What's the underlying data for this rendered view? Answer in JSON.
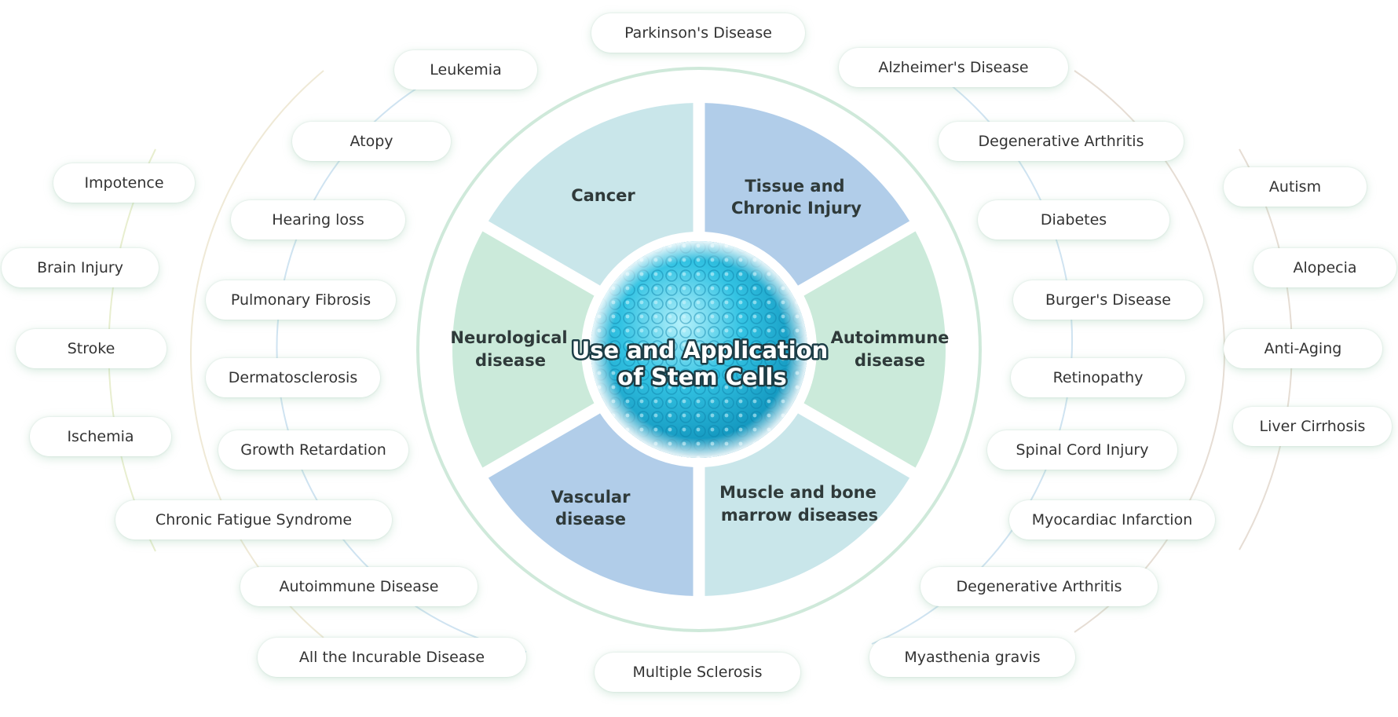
{
  "center": {
    "title_line1": "Use and Application",
    "title_line2": "of Stem Cells"
  },
  "segments": {
    "cancer": {
      "lines": [
        "Cancer"
      ],
      "color": "#c9e6ea"
    },
    "tissue": {
      "lines": [
        "Tissue and",
        "Chronic Injury"
      ],
      "color": "#b1cde9"
    },
    "autoimmune": {
      "lines": [
        "Autoimmune",
        "disease"
      ],
      "color": "#cbeada"
    },
    "muscle": {
      "lines": [
        "Muscle and bone",
        "marrow diseases"
      ],
      "color": "#c9e6ea"
    },
    "vascular": {
      "lines": [
        "Vascular",
        "disease"
      ],
      "color": "#b1cde9"
    },
    "neuro": {
      "lines": [
        "Neurological",
        "disease"
      ],
      "color": "#cbeada"
    }
  },
  "colors": {
    "outer_ring": "#cfe9da",
    "cell_core": "#1fb3d6",
    "cell_highlight": "#9ee9f7",
    "arc_green": "#d3ebdc",
    "arc_blue": "#cfe3f1",
    "arc_beige": "#efe9d6",
    "arc_taupe": "#e6ddd4"
  },
  "diseases": {
    "parkinsons": "Parkinson's Disease",
    "leukemia": "Leukemia",
    "alzheimers": "Alzheimer's Disease",
    "atopy": "Atopy",
    "degenerative_arthritis_1": "Degenerative Arthritis",
    "impotence": "Impotence",
    "hearing_loss": "Hearing loss",
    "diabetes": "Diabetes",
    "autism": "Autism",
    "brain_injury": "Brain Injury",
    "pulmonary_fibrosis": "Pulmonary Fibrosis",
    "burgers_disease": "Burger's Disease",
    "alopecia": "Alopecia",
    "stroke": "Stroke",
    "dermatosclerosis": "Dermatosclerosis",
    "retinopathy": "Retinopathy",
    "anti_aging": "Anti-Aging",
    "ischemia": "Ischemia",
    "growth_retardation": "Growth Retardation",
    "spinal_cord_injury": "Spinal Cord Injury",
    "liver_cirrhosis": "Liver Cirrhosis",
    "chronic_fatigue": "Chronic Fatigue Syndrome",
    "myocardiac_infarction": "Myocardiac Infarction",
    "autoimmune_disease": "Autoimmune Disease",
    "degenerative_arthritis_2": "Degenerative Arthritis",
    "all_incurable": "All the Incurable Disease",
    "multiple_sclerosis": "Multiple Sclerosis",
    "myasthenia_gravis": "Myasthenia gravis"
  }
}
